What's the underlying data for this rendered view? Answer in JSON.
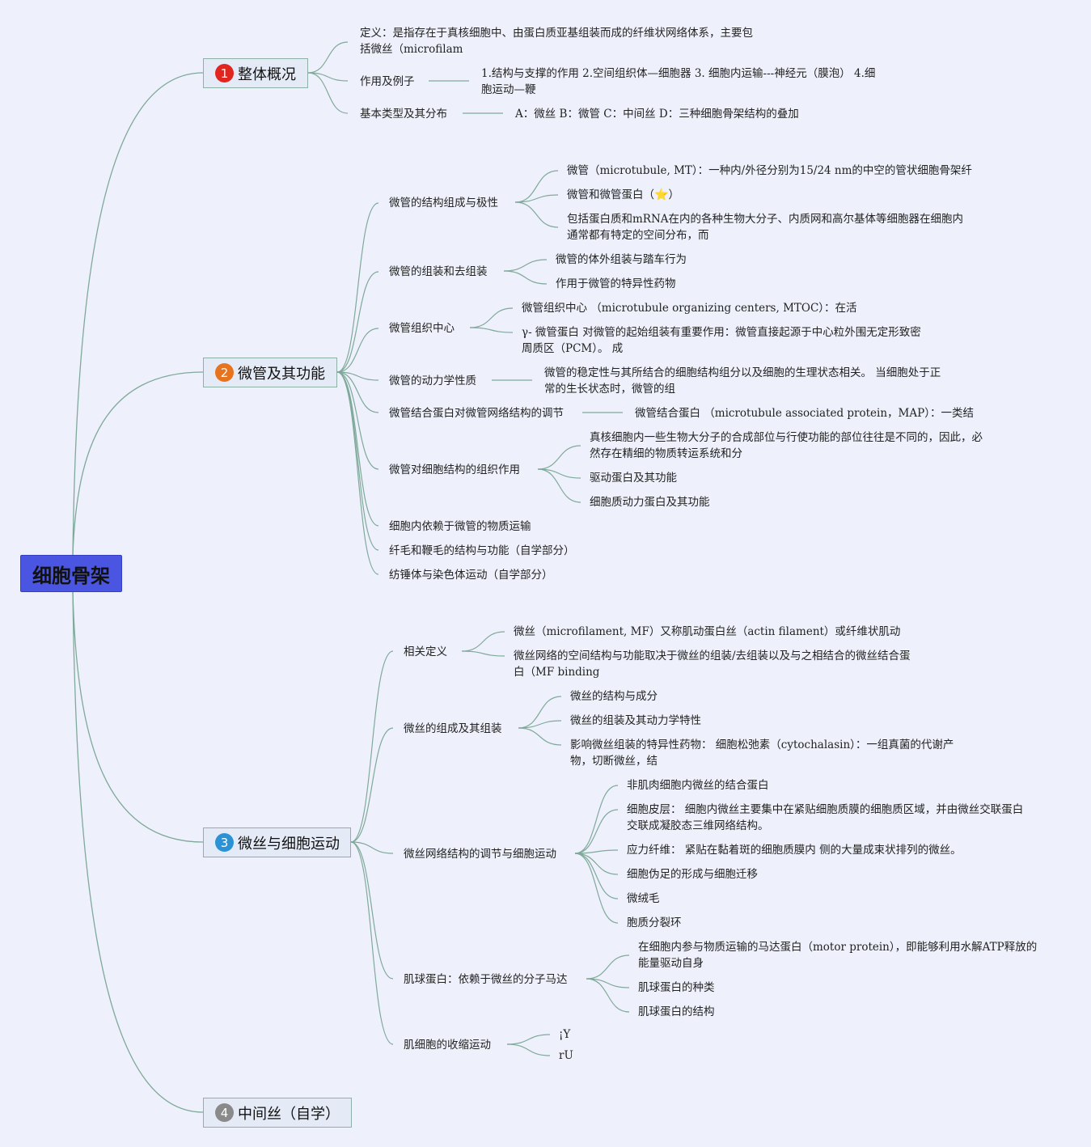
{
  "root": {
    "label": "细胞骨架",
    "color": "#4a56e2"
  },
  "topics": {
    "t1": {
      "num": "1",
      "label": "整体概况",
      "badge_color": "#e0271f"
    },
    "t2": {
      "num": "2",
      "label": "微管及其功能",
      "badge_color": "#e8731e"
    },
    "t3": {
      "num": "3",
      "label": "微丝与细胞运动",
      "badge_color": "#2b92d6"
    },
    "t4": {
      "num": "4",
      "label": "中间丝（自学）",
      "badge_color": "#8a8a8a"
    }
  },
  "t1": {
    "def": "定义：是指存在于真核细胞中、由蛋白质亚基组装而成的纤维状网络体系，主要包括微丝（microfilam",
    "func": "作用及例子",
    "func_detail": "1.结构与支撑的作用 2.空间组织体—细胞器 3. 细胞内运输---神经元（膜泡） 4.细胞运动—鞭",
    "types": "基本类型及其分布",
    "types_detail": "A：微丝 B：微管 C：中间丝 D：三种细胞骨架结构的叠加"
  },
  "t2": {
    "s1": "微管的结构组成与极性",
    "s1a": "微管（microtubule, MT）：一种内/外径分别为15/24 nm的中空的管状细胞骨架纤",
    "s1b_pre": "微管和微管蛋白（",
    "s1b_icon": "⭐",
    "s1b_post": "）",
    "s1c": "包括蛋白质和mRNA在内的各种生物大分子、内质网和高尔基体等细胞器在细胞内通常都有特定的空间分布，而",
    "s2": "微管的组装和去组装",
    "s2a": "微管的体外组装与踏车行为",
    "s2b": "作用于微管的特异性药物",
    "s3": "微管组织中心",
    "s3a": "微管组织中心 （microtubule organizing centers, MTOC）：在活",
    "s3b": "γ- 微管蛋白 对微管的起始组装有重要作用：微管直接起源于中心粒外围无定形致密周质区（PCM）。 成",
    "s4": "微管的动力学性质",
    "s4a": "微管的稳定性与其所结合的细胞结构组分以及细胞的生理状态相关。 当细胞处于正常的生长状态时，微管的组",
    "s5": "微管结合蛋白对微管网络结构的调节",
    "s5a": "微管结合蛋白 （microtubule associated protein，MAP）：一类结",
    "s6": "微管对细胞结构的组织作用",
    "s6a": "真核细胞内一些生物大分子的合成部位与行使功能的部位往往是不同的，因此，必然存在精细的物质转运系统和分",
    "s6b": "驱动蛋白及其功能",
    "s6c": "细胞质动力蛋白及其功能",
    "s7": "细胞内依赖于微管的物质运输",
    "s8": "纤毛和鞭毛的结构与功能（自学部分）",
    "s9": "纺锤体与染色体运动（自学部分）"
  },
  "t3": {
    "s1": "相关定义",
    "s1a": "微丝（microfilament, MF）又称肌动蛋白丝（actin filament）或纤维状肌动",
    "s1b": "微丝网络的空间结构与功能取决于微丝的组装/去组装以及与之相结合的微丝结合蛋白（MF binding",
    "s2": "微丝的组成及其组装",
    "s2a": "微丝的结构与成分",
    "s2b": "微丝的组装及其动力学特性",
    "s2c": "影响微丝组装的特异性药物： 细胞松弛素（cytochalasin）：一组真菌的代谢产物，切断微丝，结",
    "s3": "微丝网络结构的调节与细胞运动",
    "s3a": "非肌肉细胞内微丝的结合蛋白",
    "s3b": "细胞皮层： 细胞内微丝主要集中在紧贴细胞质膜的细胞质区域，并由微丝交联蛋白交联成凝胶态三维网络结构。",
    "s3c": "应力纤维： 紧贴在黏着斑的细胞质膜内 侧的大量成束状排列的微丝。",
    "s3d": "细胞伪足的形成与细胞迁移",
    "s3e": "微绒毛",
    "s3f": "胞质分裂环",
    "s4": "肌球蛋白：依赖于微丝的分子马达",
    "s4a": "在细胞内参与物质运输的马达蛋白（motor protein），即能够利用水解ATP释放的能量驱动自身",
    "s4b": "肌球蛋白的种类",
    "s4c": "肌球蛋白的结构",
    "s5": "肌细胞的收缩运动",
    "s5a": "¡Y",
    "s5b": "rU"
  },
  "colors": {
    "line": "#7fa99a",
    "background": "#eef1fb"
  }
}
